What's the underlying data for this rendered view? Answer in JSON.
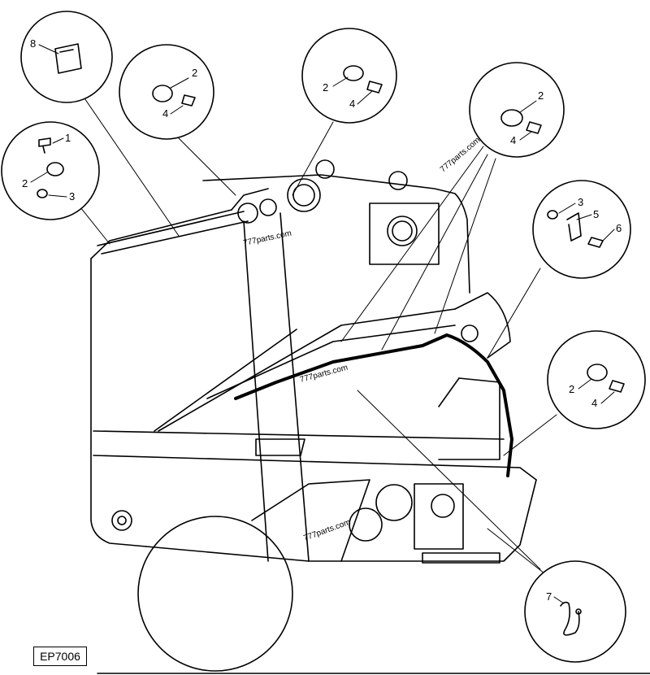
{
  "diagram_code": "EP7006",
  "watermark": "777parts.com",
  "callouts": [
    {
      "id": "c8",
      "labels": [
        "8"
      ]
    },
    {
      "id": "c1",
      "labels": [
        "1",
        "2",
        "3"
      ]
    },
    {
      "id": "c2a",
      "labels": [
        "2",
        "4"
      ]
    },
    {
      "id": "c2b",
      "labels": [
        "2",
        "4"
      ]
    },
    {
      "id": "c2c",
      "labels": [
        "2",
        "4"
      ]
    },
    {
      "id": "c3",
      "labels": [
        "3",
        "5",
        "6"
      ]
    },
    {
      "id": "c2d",
      "labels": [
        "2",
        "4"
      ]
    },
    {
      "id": "c7",
      "labels": [
        "7"
      ]
    }
  ]
}
